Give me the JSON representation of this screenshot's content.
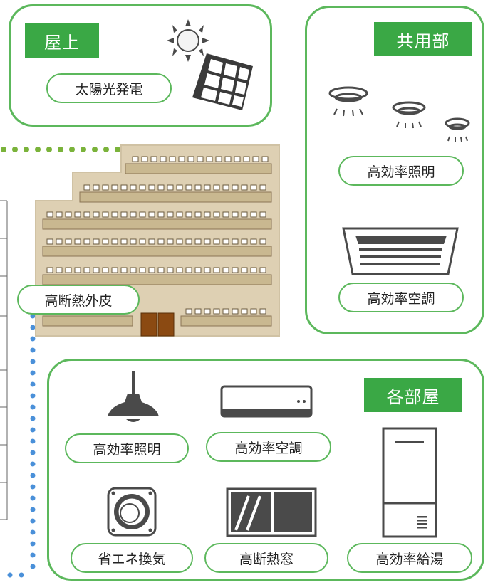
{
  "rooftop": {
    "tag": "屋上",
    "items": [
      "太陽光発電"
    ]
  },
  "common_area": {
    "tag": "共用部",
    "items": [
      "高効率照明",
      "高効率空調"
    ]
  },
  "building": {
    "label": "高断熱外皮"
  },
  "each_room": {
    "tag": "各部屋",
    "items": [
      "高効率照明",
      "高効率空調",
      "省エネ換気",
      "高断熱窓",
      "高効率給湯"
    ]
  },
  "colors": {
    "panel_border": "#5cb85c",
    "tag_fill": "#3aa845",
    "dot_green": "#7ab33a",
    "dot_blue": "#4a90d9",
    "icon_gray": "#4a4a4a",
    "building_tan": "#d8c8a8",
    "building_brown": "#8b5a1e"
  }
}
